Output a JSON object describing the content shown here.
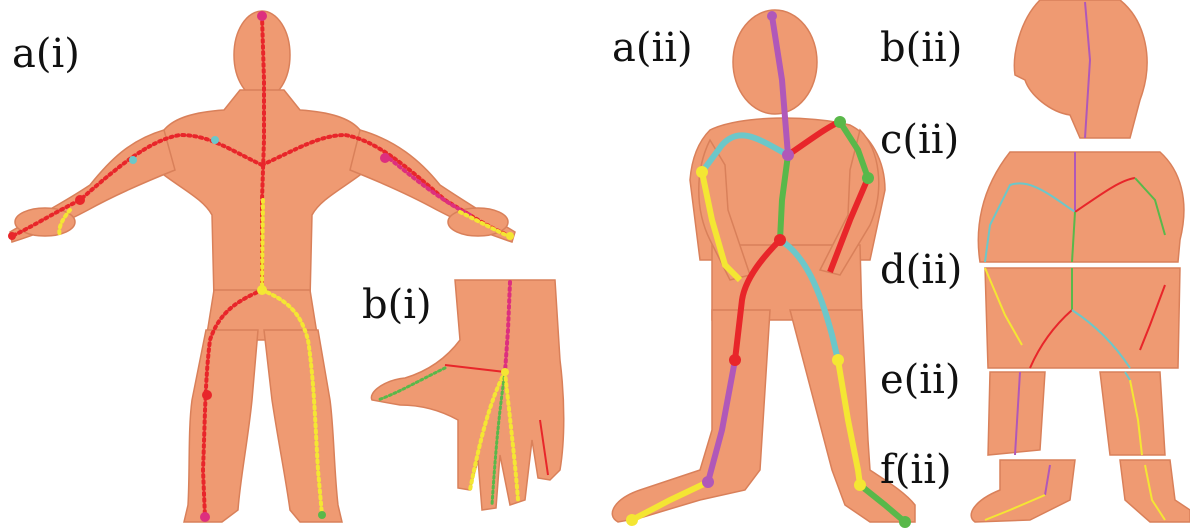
{
  "labels": {
    "a_i": "a(i)",
    "b_i": "b(i)",
    "a_ii": "a(ii)",
    "b_ii": "b(ii)",
    "c_ii": "c(ii)",
    "d_ii": "d(ii)",
    "e_ii": "e(ii)",
    "f_ii": "f(ii)"
  },
  "colors": {
    "skin": "#ef9a72",
    "skin_shadow": "#d9805a",
    "red": "#e8262a",
    "yellow": "#f4e633",
    "green": "#59b84a",
    "cyan": "#6cc7c9",
    "purple": "#b058b9",
    "magenta": "#dd2f7e"
  }
}
